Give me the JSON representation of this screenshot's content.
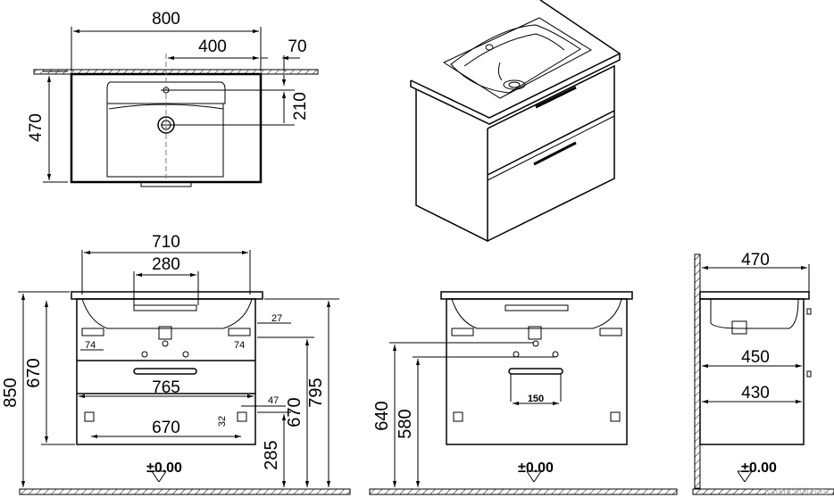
{
  "top_view": {
    "width": "800",
    "tap_offset": "400",
    "backsplash": "70",
    "depth": "470",
    "tap_depth": "210"
  },
  "front_view": {
    "inner_width": "710",
    "siphon_width": "280",
    "lip": "27",
    "leg_setback": "74",
    "carcass_width": "765",
    "rail_width": "670",
    "rail_offset_right": "47",
    "rail_offset_v": "32",
    "height_total": "850",
    "cabinet_height": "670",
    "height_right": "795",
    "height_right_inner": "670",
    "plinth": "285",
    "level": "±0.00"
  },
  "side_front_view": {
    "height_640": "640",
    "height_580": "580",
    "handle_spacing": "150",
    "level": "±0.00"
  },
  "side_view": {
    "depth": "470",
    "depth_450": "450",
    "depth_430": "430",
    "level": "±0.00"
  },
  "watermark": "santechnica.ru"
}
